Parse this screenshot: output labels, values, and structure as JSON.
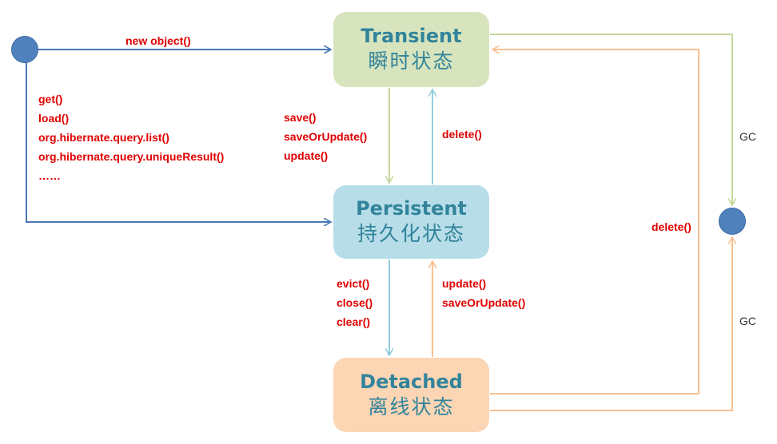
{
  "states": {
    "transient": {
      "name": "Transient",
      "name_zh": "瞬时状态"
    },
    "persistent": {
      "name": "Persistent",
      "name_zh": "持久化状态"
    },
    "detached": {
      "name": "Detached",
      "name_zh": "离线状态"
    }
  },
  "edges": {
    "start_to_transient": "new object()",
    "start_to_persistent": [
      "get()",
      "load()",
      "org.hibernate.query.list()",
      "org.hibernate.query.uniqueResult()",
      "……"
    ],
    "transient_to_persistent": [
      "save()",
      "saveOrUpdate()",
      "update()"
    ],
    "persistent_to_transient": "delete()",
    "persistent_to_detached": [
      "evict()",
      "close()",
      "clear()"
    ],
    "detached_to_persistent": [
      "update()",
      "saveOrUpdate()"
    ],
    "detached_to_transient": "delete()",
    "transient_gc": "GC",
    "detached_gc": "GC"
  },
  "colors": {
    "start_edges": "#4a78b5",
    "transient_edges": "#c4d79b",
    "persistent_edges": "#93cddd",
    "detached_edges": "#f9c090",
    "label_text": "#e00000",
    "state_title": "#31849b"
  }
}
